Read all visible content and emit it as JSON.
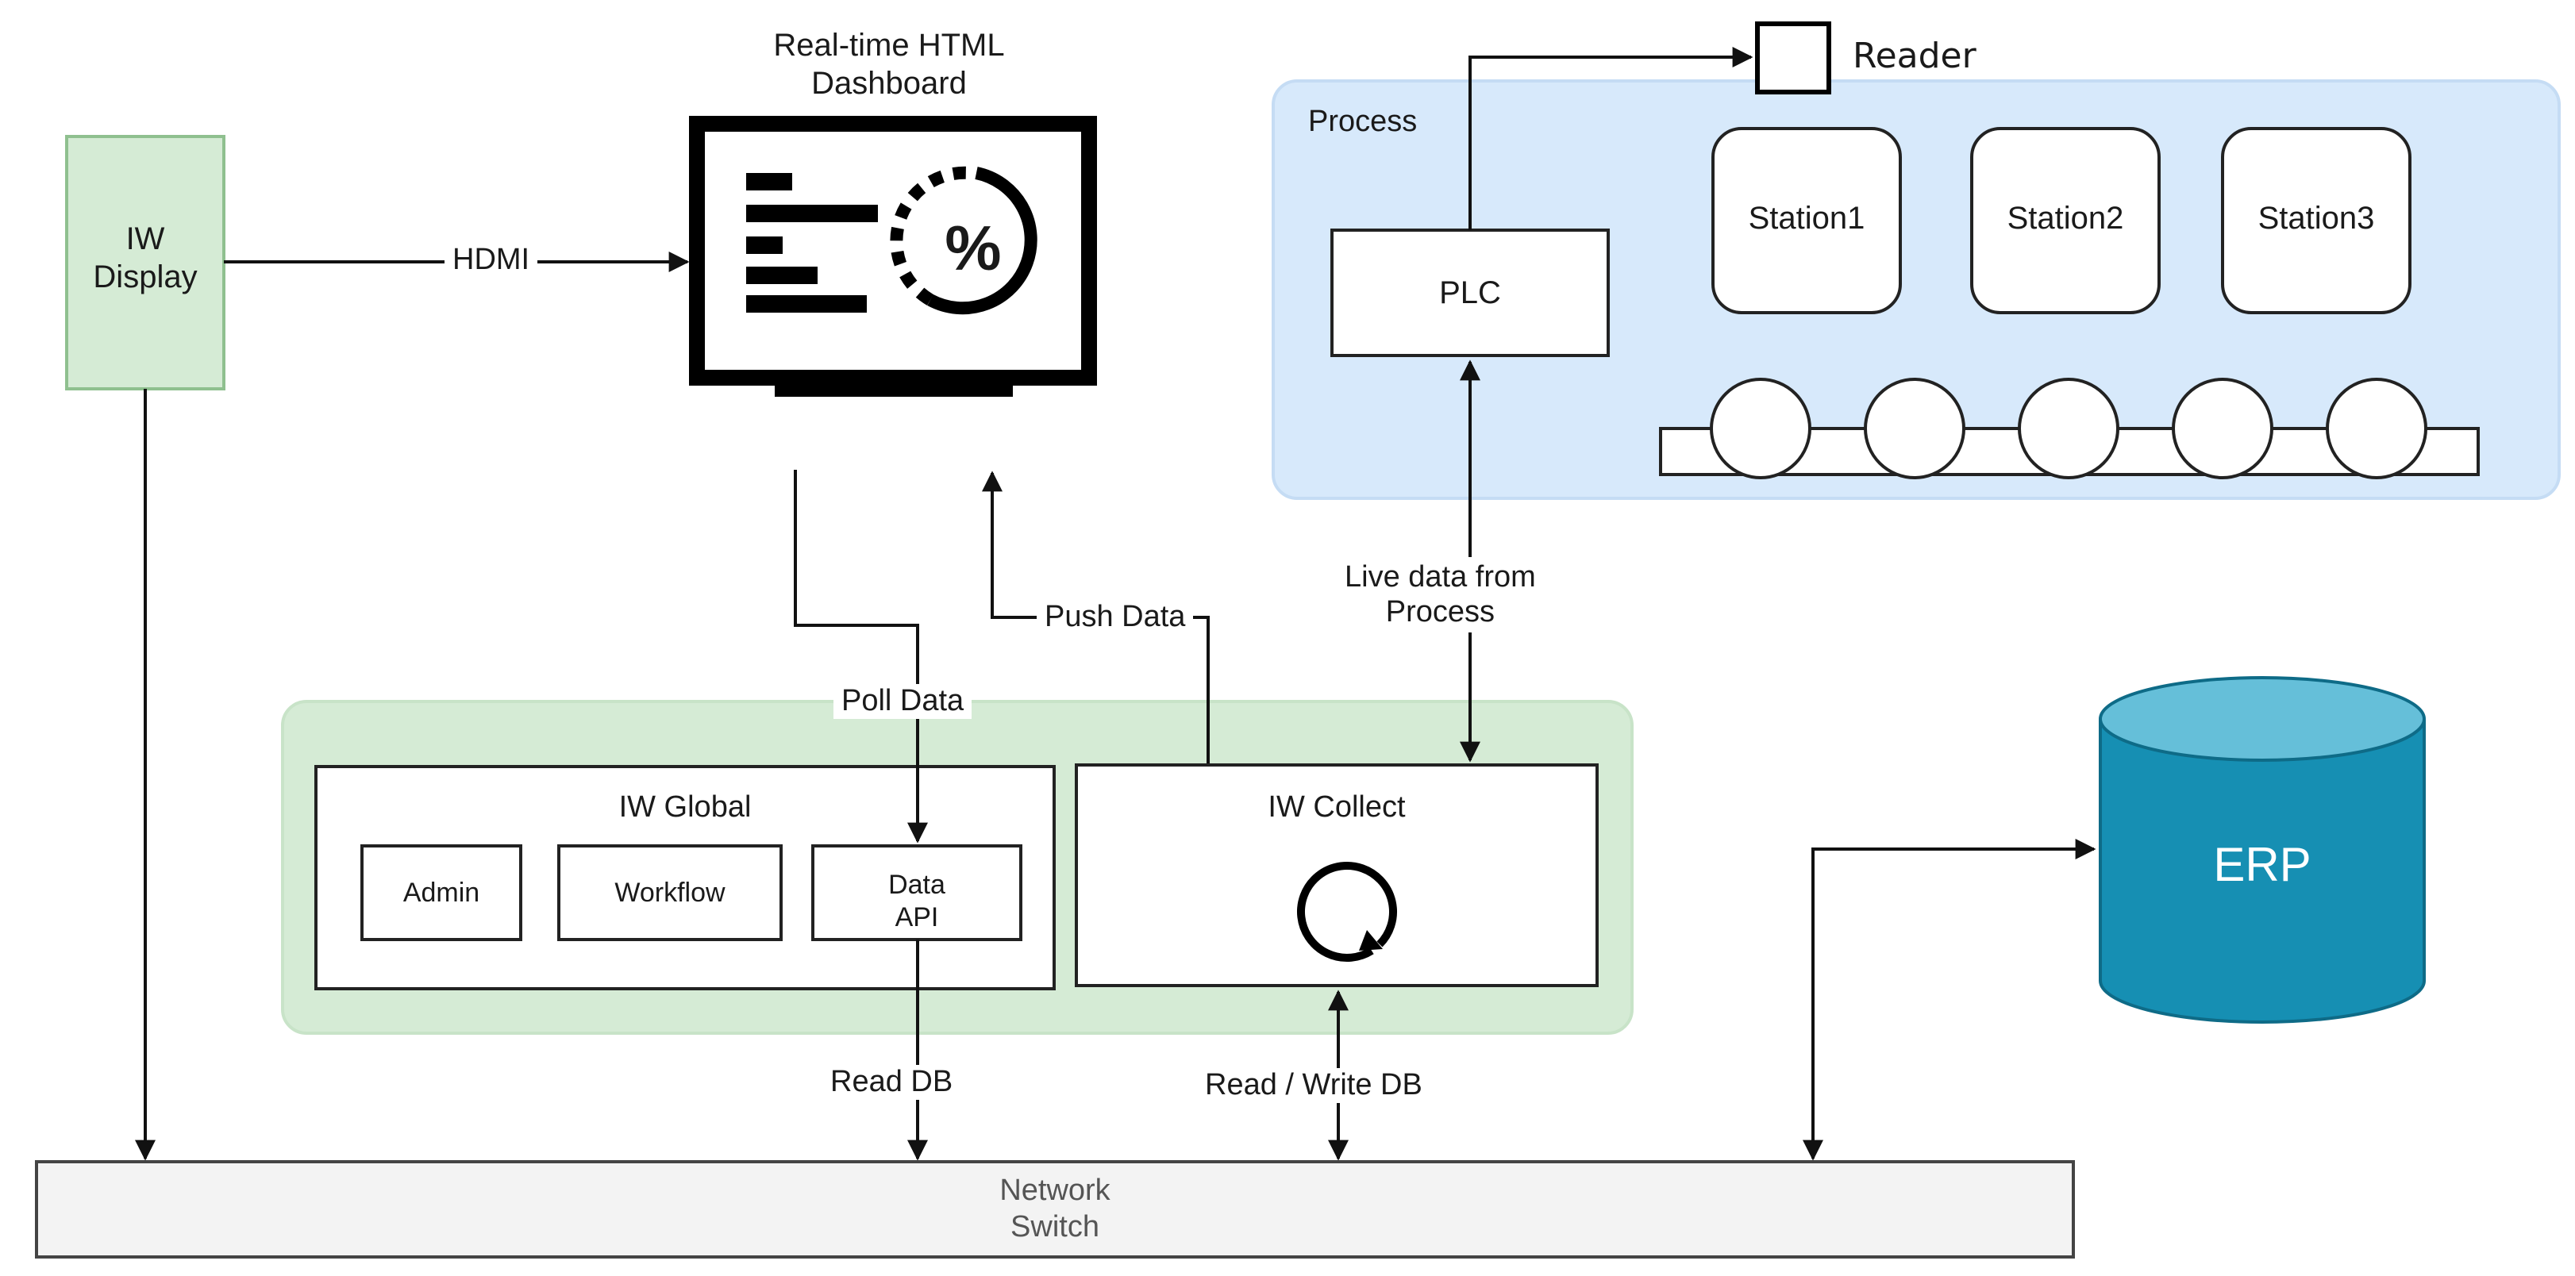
{
  "dashboard": {
    "title": "Real-time HTML\nDashboard",
    "gauge_symbol": "%"
  },
  "iw_display": {
    "label": "IW\nDisplay"
  },
  "process": {
    "title": "Process",
    "plc": "PLC",
    "reader": "Reader",
    "stations": [
      "Station1",
      "Station2",
      "Station3"
    ]
  },
  "iw_global": {
    "title": "IW Global",
    "modules": [
      "Admin",
      "Workflow",
      "Data\nAPI"
    ]
  },
  "iw_collect": {
    "title": "IW Collect"
  },
  "erp": {
    "label": "ERP"
  },
  "network_switch": {
    "label": "Network\nSwitch"
  },
  "connections": {
    "hdmi": "HDMI",
    "poll_data": "Poll Data",
    "push_data": "Push Data",
    "live_data": "Live data from\nProcess",
    "read_db": "Read DB",
    "read_write_db": "Read / Write DB"
  },
  "colors": {
    "process_bg": "#d7e9fb",
    "process_border": "#c5dcf4",
    "iw_group_bg": "#d5ebd5",
    "iw_display_bg": "#d5ebd5",
    "iw_display_border": "#8fc08f",
    "erp_fill": "#168fb3",
    "erp_top": "#65bfd9",
    "erp_stroke": "#0e6b87",
    "switch_bg": "#f3f3f3"
  }
}
